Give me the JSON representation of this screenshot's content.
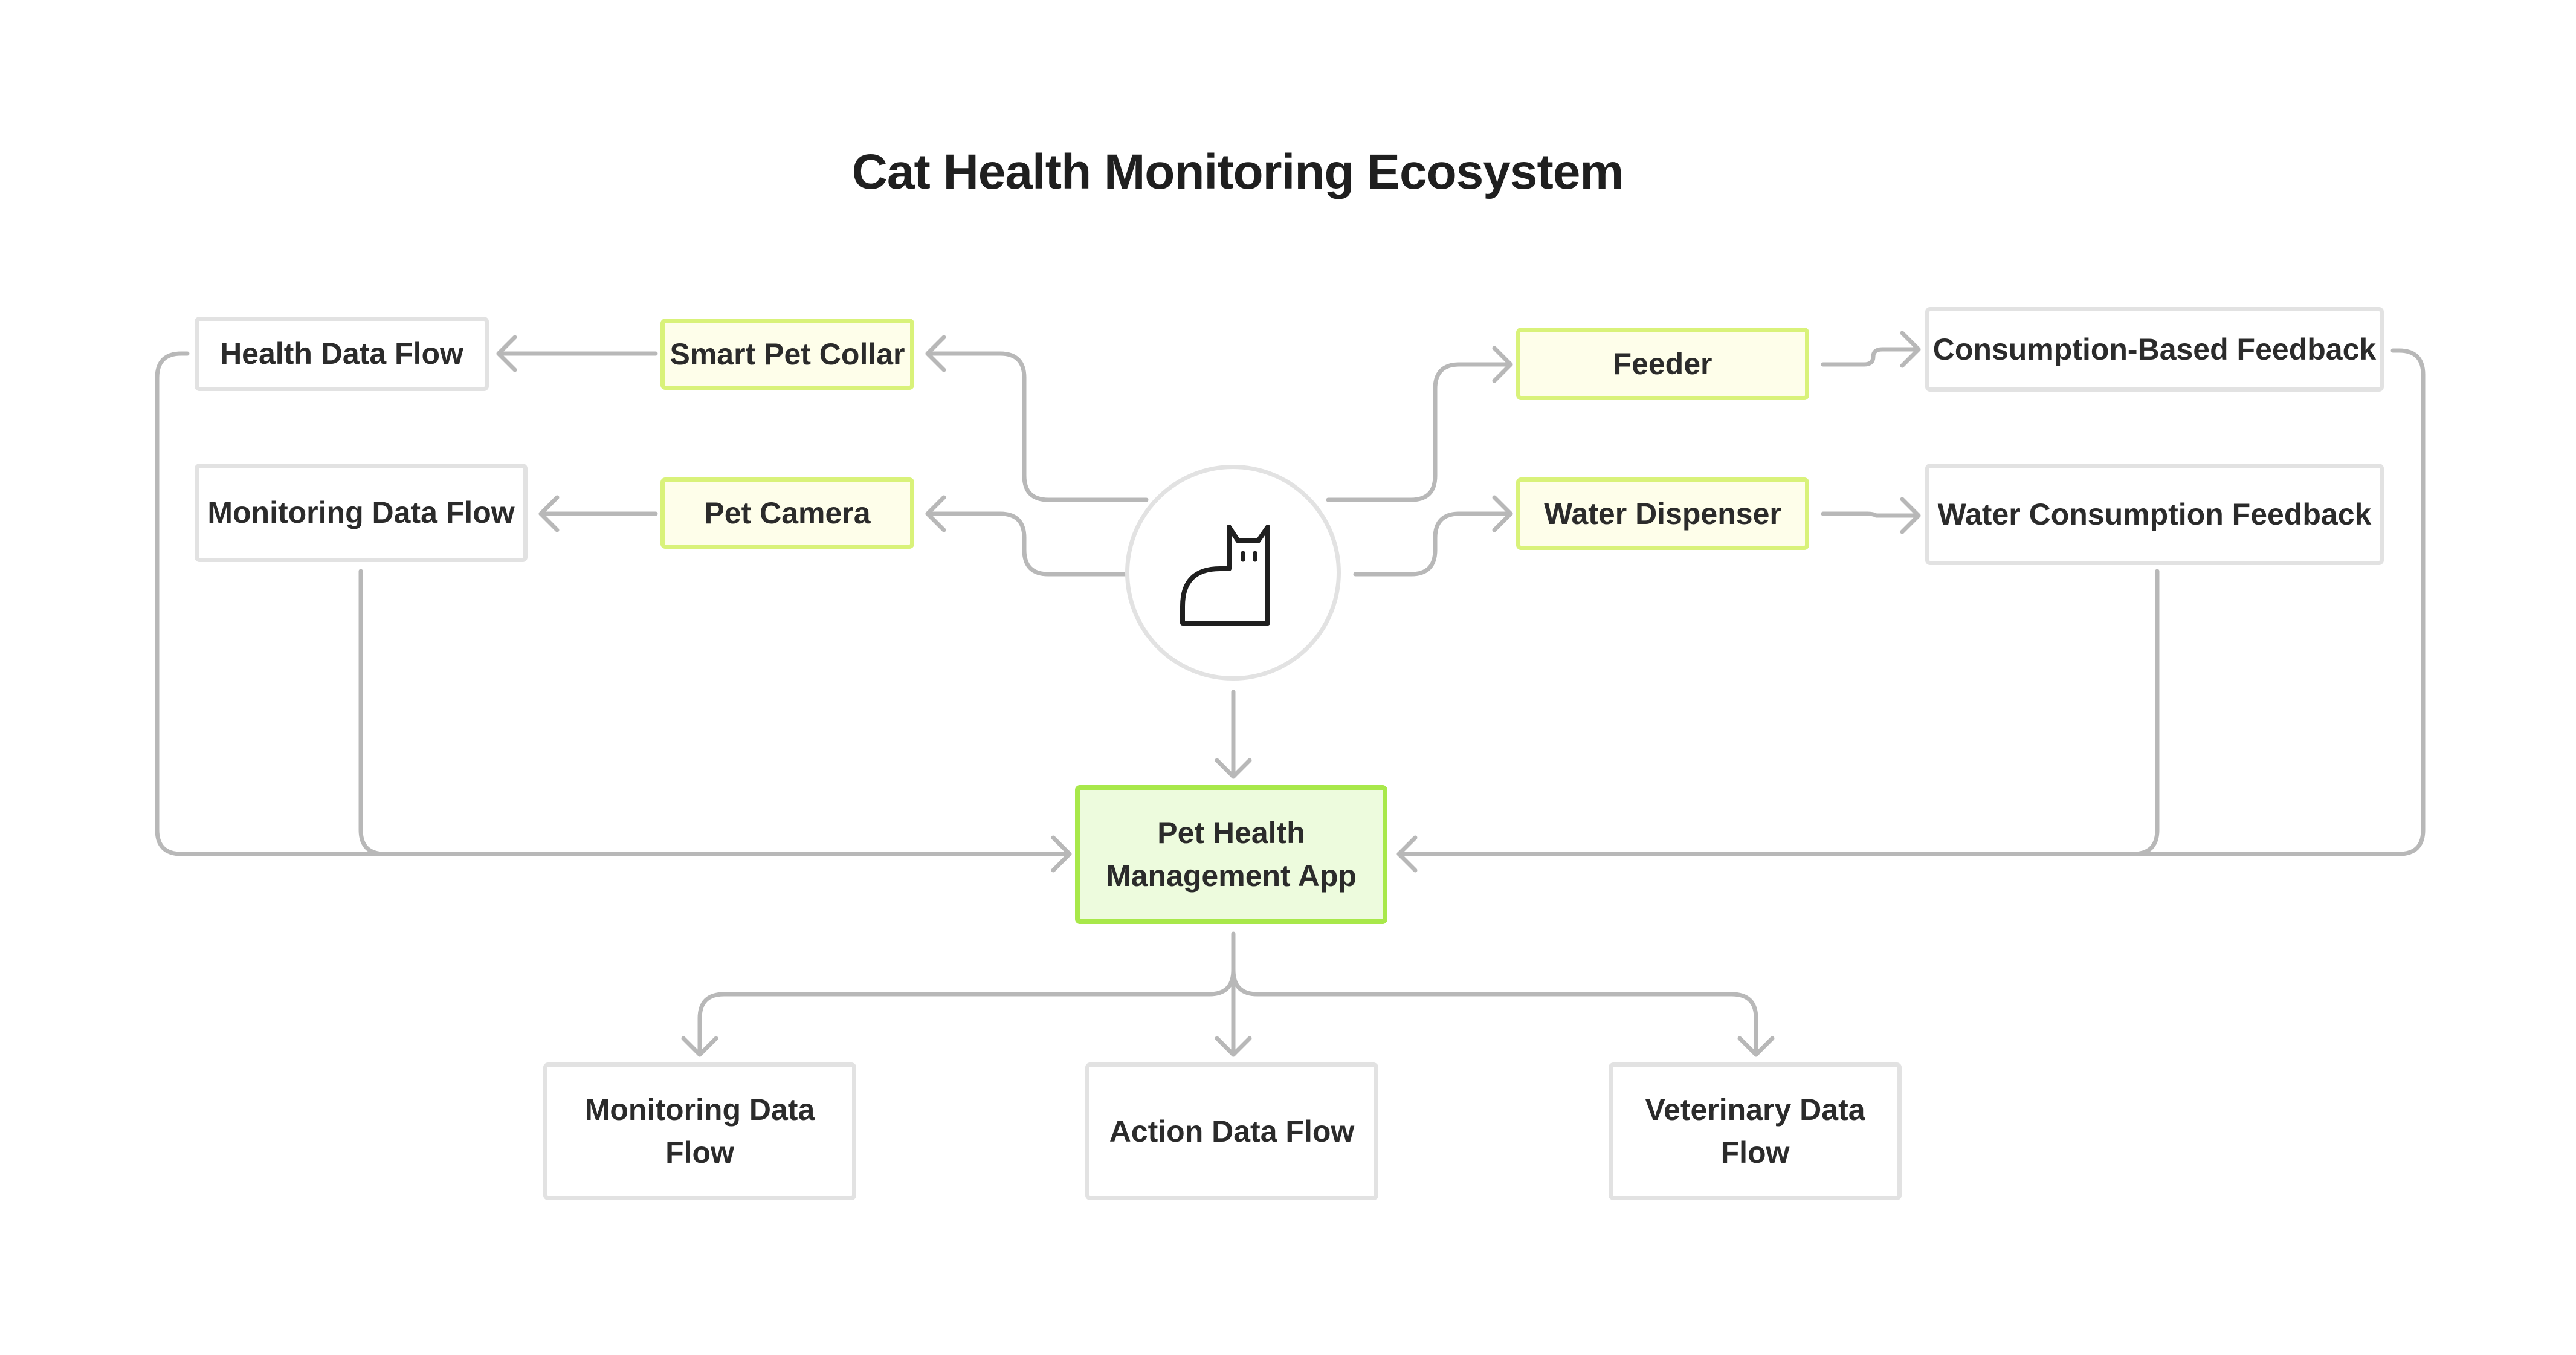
{
  "diagram": {
    "title": "Cat Health Monitoring Ecosystem",
    "center_icon": "cat-icon",
    "nodes": {
      "health_data_flow": "Health Data Flow",
      "monitoring_data_flow_left": "Monitoring Data Flow",
      "smart_pet_collar": "Smart Pet Collar",
      "pet_camera": "Pet Camera",
      "feeder": "Feeder",
      "water_dispenser": "Water Dispenser",
      "consumption_feedback": "Consumption-Based Feedback",
      "water_feedback": "Water Consumption Feedback",
      "app": "Pet Health Management App",
      "monitoring_data_flow_bottom": "Monitoring Data Flow",
      "action_data_flow": "Action Data Flow",
      "veterinary_data_flow": "Veterinary Data Flow"
    },
    "colors": {
      "device_fill": "#fefeea",
      "device_border": "#d9f27a",
      "app_fill": "#edfbdd",
      "app_border": "#a8e84a",
      "plain_border": "#e2e2e2",
      "connector": "#b8b8b8"
    }
  }
}
